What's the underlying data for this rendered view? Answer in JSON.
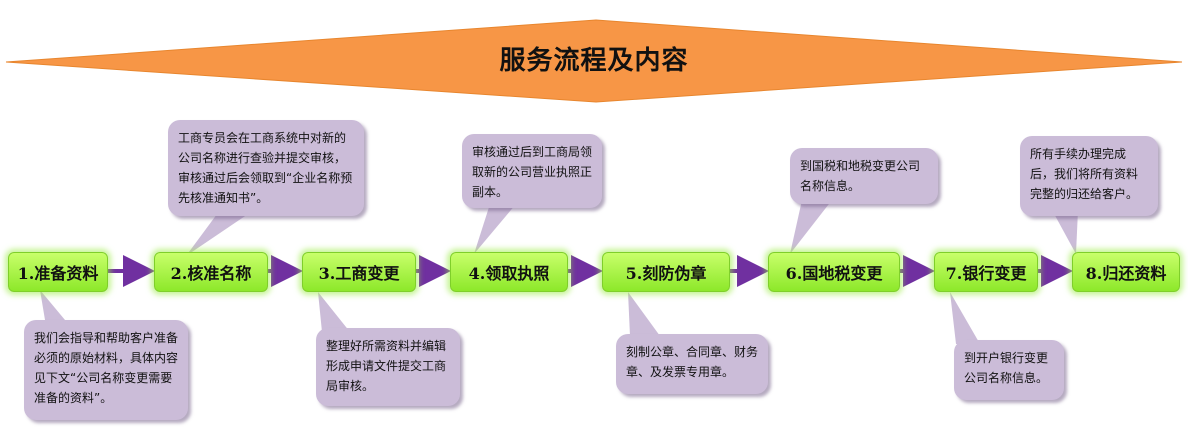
{
  "banner": {
    "title": "服务流程及内容",
    "color": "#f79646"
  },
  "arrow_color": "#7030a0",
  "steps": [
    {
      "label": "1.准备资料"
    },
    {
      "label": "2.核准名称"
    },
    {
      "label": "3.工商变更"
    },
    {
      "label": "4.领取执照"
    },
    {
      "label": "5.刻防伪章"
    },
    {
      "label": "6.国地税变更"
    },
    {
      "label": "7.银行变更"
    },
    {
      "label": "8.归还资料"
    }
  ],
  "notes": [
    {
      "text": "我们会指导和帮助客户准备必须的原始材料，具体内容见下文“公司名称变更需要准备的资料”。"
    },
    {
      "text": "工商专员会在工商系统中对新的公司名称进行查验并提交审核，审核通过后会领取到“企业名称预先核准通知书”。"
    },
    {
      "text": "整理好所需资料并编辑形成申请文件提交工商局审核。"
    },
    {
      "text": "审核通过后到工商局领取新的公司营业执照正副本。"
    },
    {
      "text": "刻制公章、合同章、财务章、及发票专用章。"
    },
    {
      "text": "到国税和地税变更公司名称信息。"
    },
    {
      "text": "到开户银行变更公司名称信息。"
    },
    {
      "text": "所有手续办理完成后，我们将所有资料完整的归还给客户。"
    }
  ]
}
